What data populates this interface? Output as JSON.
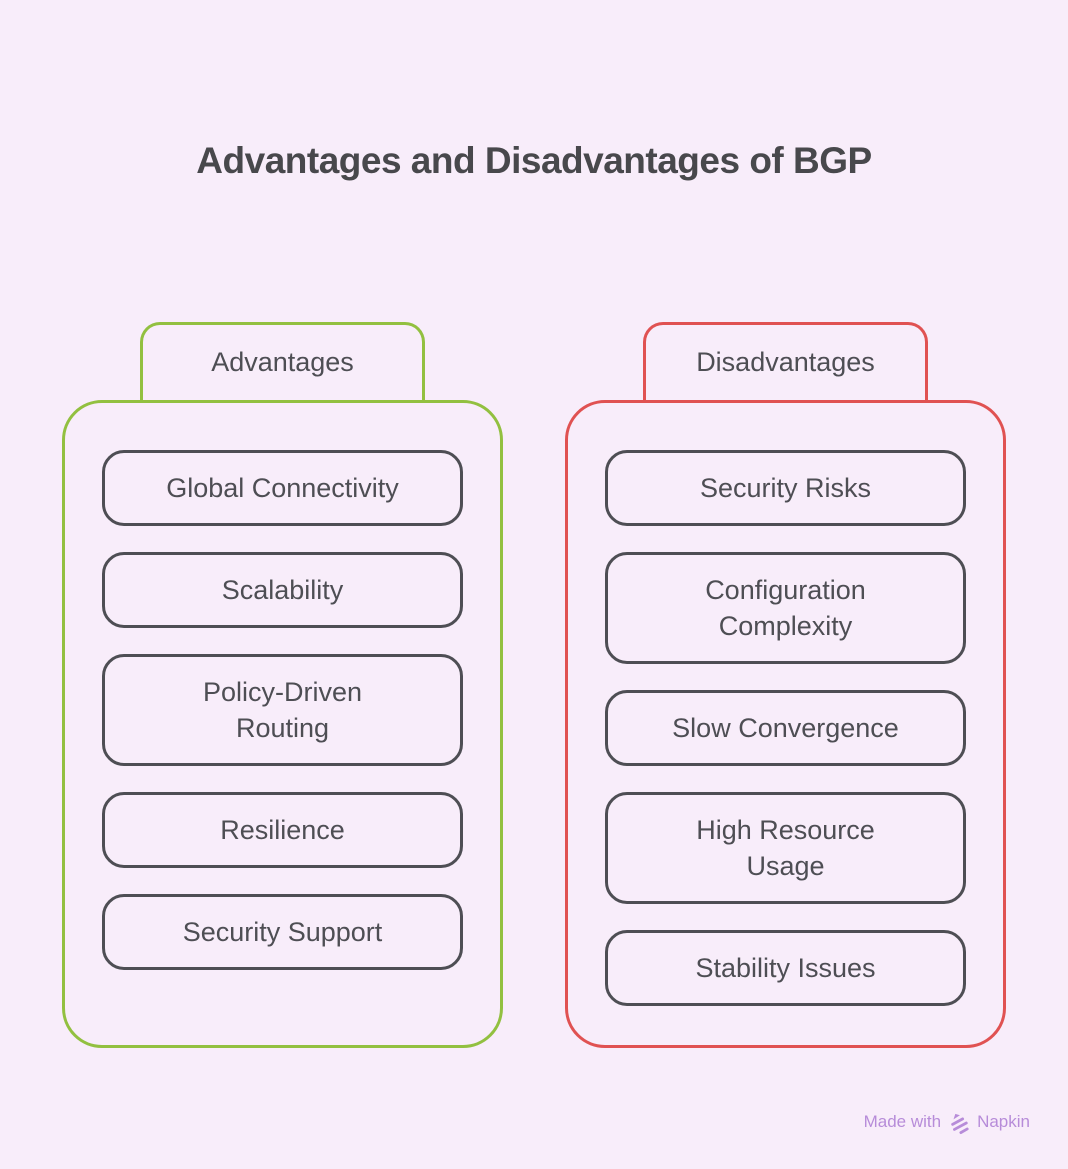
{
  "title": "Advantages and Disadvantages of BGP",
  "columns": [
    {
      "id": "advantages",
      "header": "Advantages",
      "accent_color": "#92c040",
      "items": [
        "Global Connectivity",
        "Scalability",
        "Policy-Driven\nRouting",
        "Resilience",
        "Security Support"
      ]
    },
    {
      "id": "disadvantages",
      "header": "Disadvantages",
      "accent_color": "#e05252",
      "items": [
        "Security Risks",
        "Configuration\nComplexity",
        "Slow Convergence",
        "High Resource\nUsage",
        "Stability Issues"
      ]
    }
  ],
  "watermark": {
    "prefix": "Made with",
    "brand": "Napkin",
    "icon": "napkin-logo-icon",
    "color": "#b78cd9"
  },
  "colors": {
    "bg": "#f8edfa",
    "green": "#92c040",
    "red": "#e05252",
    "text": "#4e4e54",
    "title": "#48484c",
    "purple": "#b78cd9"
  }
}
